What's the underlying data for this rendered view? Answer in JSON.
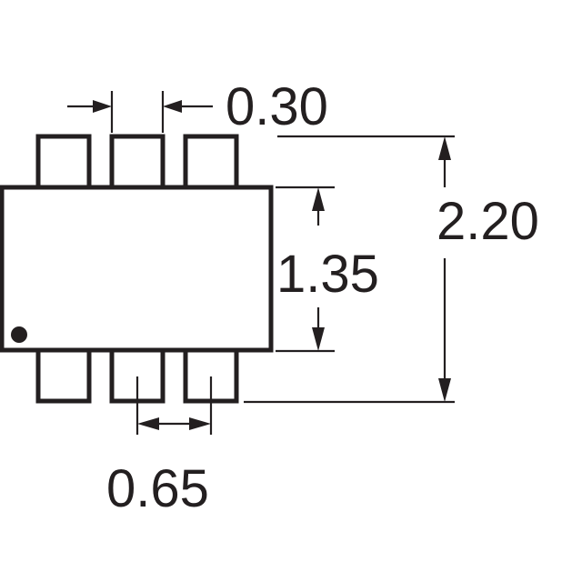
{
  "diagram": {
    "type": "package-outline-drawing",
    "units": "mm",
    "lead_count": 6,
    "pin1_marker": "dot",
    "stroke_color": "#231f20",
    "background_color": "#ffffff",
    "dimensions": {
      "lead_width": "0.30",
      "body_width": "1.35",
      "overall_width": "2.20",
      "lead_pitch": "0.65"
    }
  }
}
